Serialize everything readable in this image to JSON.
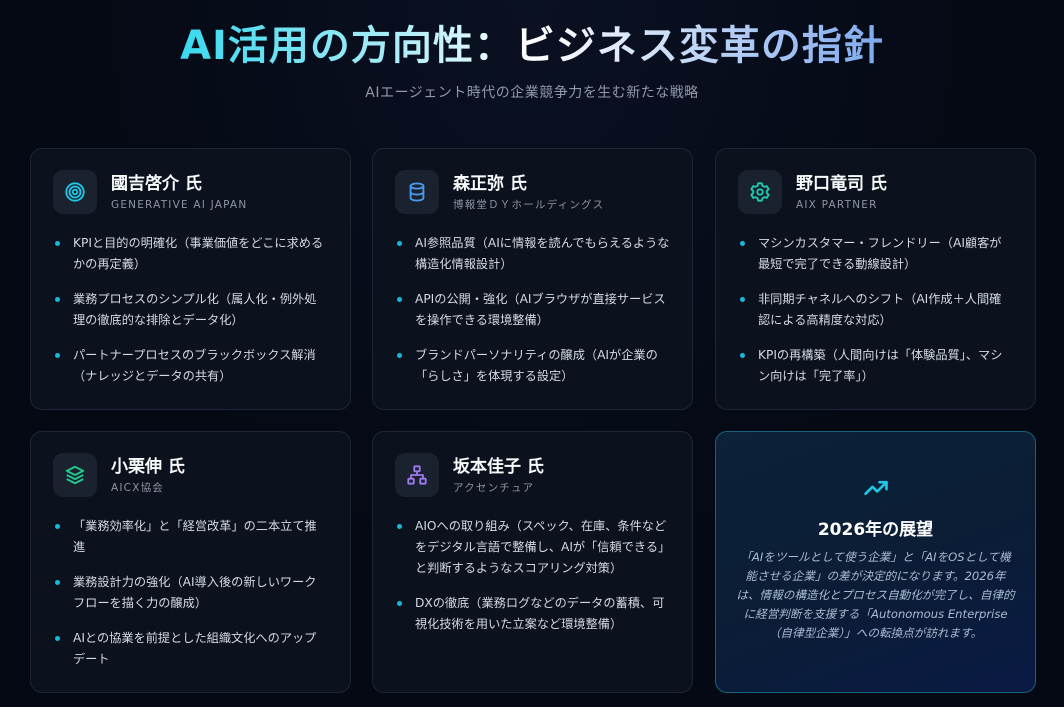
{
  "header": {
    "title": "AI活用の方向性：ビジネス変革の指針",
    "subtitle": "AIエージェント時代の企業競争力を生む新たな戦略"
  },
  "colors": {
    "background": "#050914",
    "card_bg": "#0b111d",
    "bullet": "#19b8d8",
    "target_icon": "#1ec8e8",
    "database_icon": "#4a9bf0",
    "gear_icon": "#1fd0b0",
    "layers_icon": "#22c98a",
    "sitemap_icon": "#a078f0",
    "trend_icon": "#1ec8e8"
  },
  "cards": [
    {
      "icon": "target-icon",
      "name": "國吉啓介 氏",
      "org": "GENERATIVE AI JAPAN",
      "points": [
        "KPIと目的の明確化（事業価値をどこに求めるかの再定義）",
        "業務プロセスのシンプル化（属人化・例外処理の徹底的な排除とデータ化）",
        "パートナープロセスのブラックボックス解消（ナレッジとデータの共有）"
      ]
    },
    {
      "icon": "database-icon",
      "name": "森正弥 氏",
      "org": "博報堂ＤＹホールディングス",
      "points": [
        "AI参照品質（AIに情報を読んでもらえるような構造化情報設計）",
        "APIの公開・強化（AIブラウザが直接サービスを操作できる環境整備）",
        "ブランドパーソナリティの醸成（AIが企業の「らしさ」を体現する設定）"
      ]
    },
    {
      "icon": "gear-icon",
      "name": "野口竜司 氏",
      "org": "AIX PARTNER",
      "points": [
        "マシンカスタマー・フレンドリー（AI顧客が最短で完了できる動線設計）",
        "非同期チャネルへのシフト（AI作成＋人間確認による高精度な対応）",
        "KPIの再構築（人間向けは「体験品質」、マシン向けは「完了率」）"
      ]
    },
    {
      "icon": "layers-icon",
      "name": "小栗伸 氏",
      "org": "AICX協会",
      "points": [
        "「業務効率化」と「経営改革」の二本立て推進",
        "業務設計力の強化（AI導入後の新しいワークフローを描く力の醸成）",
        "AIとの協業を前提とした組織文化へのアップデート"
      ]
    },
    {
      "icon": "sitemap-icon",
      "name": "坂本佳子 氏",
      "org": "アクセンチュア",
      "points": [
        "AIOへの取り組み（スペック、在庫、条件などをデジタル言語で整備し、AIが「信頼できる」と判断するようなスコアリング対策）",
        "DXの徹底（業務ログなどのデータの蓄積、可視化技術を用いた立案など環境整備）"
      ]
    }
  ],
  "outlook": {
    "icon": "trending-up-icon",
    "title": "2026年の展望",
    "text": "「AIをツールとして使う企業」と「AIをOSとして機能させる企業」の差が決定的になります。2026年は、情報の構造化とプロセス自動化が完了し、自律的に経営判断を支援する「Autonomous Enterprise（自律型企業）」への転換点が訪れます。"
  }
}
